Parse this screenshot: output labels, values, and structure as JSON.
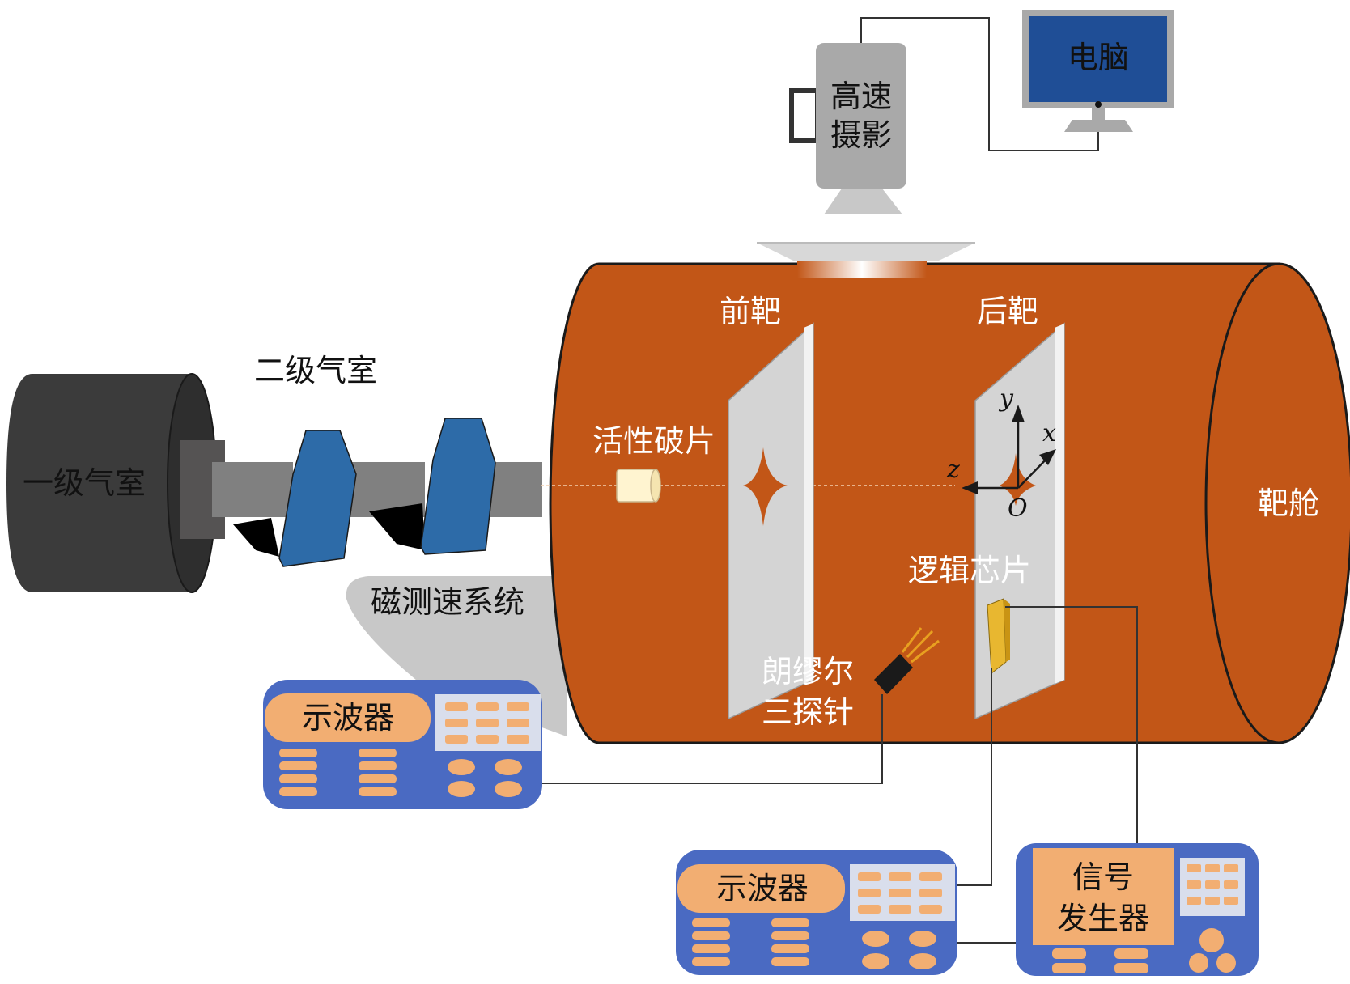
{
  "labels": {
    "primary_chamber": "一级气室",
    "secondary_chamber": "二级气室",
    "magnetic_velocimetry": "磁测速系统",
    "reactive_fragment": "活性破片",
    "front_target": "前靶",
    "rear_target": "后靶",
    "target_chamber": "靶舱",
    "logic_chip": "逻辑芯片",
    "langmuir_probe_line1": "朗缪尔",
    "langmuir_probe_line2": "三探针",
    "high_speed_camera_line1": "高速",
    "high_speed_camera_line2": "摄影",
    "computer": "电脑",
    "oscilloscope_1": "示波器",
    "oscilloscope_2": "示波器",
    "signal_generator_line1": "信号",
    "signal_generator_line2": "发生器"
  },
  "axes": {
    "x": "x",
    "y": "y",
    "z": "z",
    "origin": "O"
  },
  "colors": {
    "chamber": "#C25617",
    "chamber_stroke": "#1a1a1a",
    "primary_chamber": "#3b3b3b",
    "barrel": "#808080",
    "coil": "#2D6BA8",
    "panel": "#D4D4D4",
    "camera": "#A9A9A9",
    "monitor_screen": "#1F4E96",
    "device_body": "#4A6AC2",
    "device_label_bg": "#F2AE72",
    "keypad_bg": "#D9DEEC",
    "key": "#F2AE72",
    "fragment": "#FFF4D0",
    "chip": "#E8B730",
    "velocimetry_bg": "#C8C8C8"
  }
}
